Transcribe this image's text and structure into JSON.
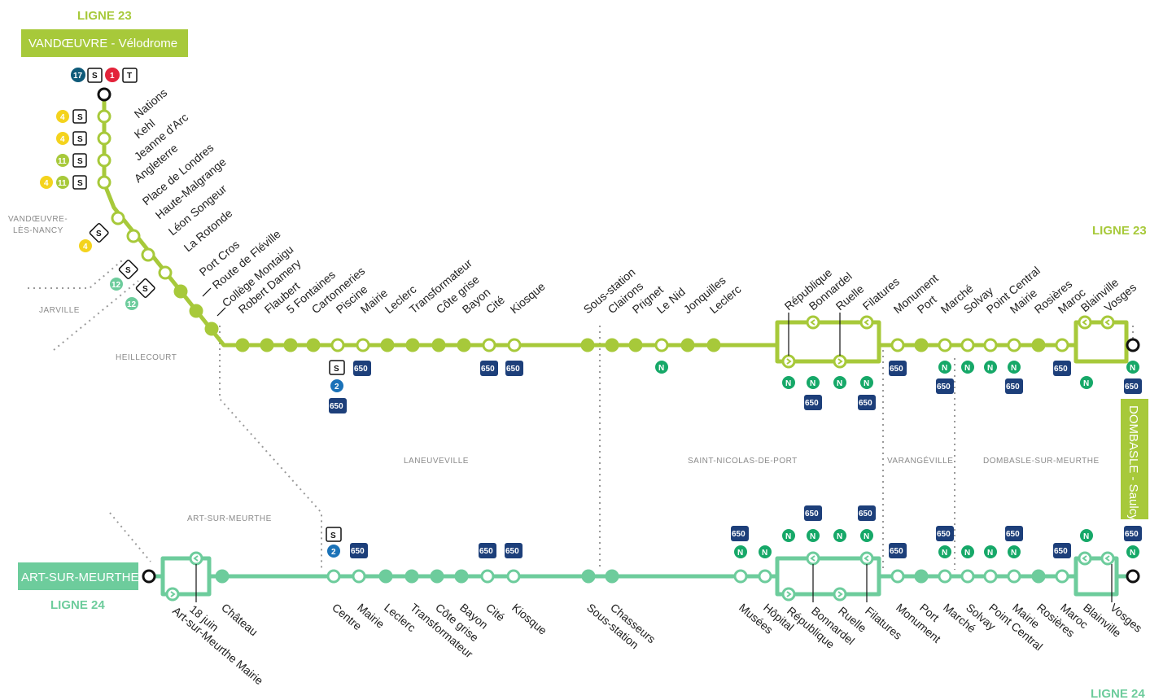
{
  "colors": {
    "line23": "#a7c93a",
    "line24": "#6dcc9c",
    "yellow": "#f4d31d",
    "red": "#e3233a",
    "teal_dark": "#0f5a79",
    "blue": "#1a72b8",
    "navy": "#1d3f7a",
    "green_n": "#16a868",
    "zone_dots": "#999999"
  },
  "line23": {
    "title_top": "LIGNE 23",
    "title_right": "LIGNE 23",
    "terminus_start": "VANDŒUVRE - Vélodrome",
    "terminus_end": "DOMBASLE - Saulcy",
    "terminus_badges": [
      "17",
      "S",
      "1",
      "T"
    ],
    "stops_diagonal": [
      "Nations",
      "Kehl",
      "Jeanne d'Arc",
      "Angleterre",
      "Place de Londres",
      "Haute-Malgrange",
      "Léon Songeur",
      "La Rotonde",
      "Port Cros",
      "Route de Fléville",
      "Collège Montaigu",
      "Robert Damery"
    ],
    "stops_main": [
      "Flaubert",
      "5 Fontaines",
      "Cartonneries",
      "Piscine",
      "Mairie",
      "Leclerc",
      "Transformateur",
      "Côte grise",
      "Bayon",
      "Cité",
      "Kiosque",
      "Sous-station",
      "Clairons",
      "Prignet",
      "Le Nid",
      "Jonquilles",
      "Leclerc",
      "République",
      "Bonnardel",
      "Ruelle",
      "Filatures",
      "Monument",
      "Port",
      "Marché",
      "Solvay",
      "Point Central",
      "Mairie",
      "Rosières",
      "Maroc",
      "Blainville",
      "Vosges"
    ],
    "left_badges": [
      [
        "4",
        "S"
      ],
      [
        "4",
        "S"
      ],
      [
        "11",
        "S"
      ],
      [
        "4",
        "11",
        "S"
      ]
    ],
    "diag_badges": [
      [
        "4",
        "S"
      ],
      [
        "12",
        "S"
      ],
      [
        "12",
        "S"
      ]
    ]
  },
  "line24": {
    "title_left": "LIGNE 24",
    "title_right": "LIGNE 24",
    "terminus_start": "ART-SUR-MEURTHE",
    "stops": [
      "Château",
      "18 juin",
      "Art-sur-Meurthe Mairie",
      "Centre",
      "Mairie",
      "Leclerc",
      "Transformateur",
      "Côte grise",
      "Bayon",
      "Cité",
      "Kiosque",
      "Sous-station",
      "Chasseurs",
      "Musées",
      "Hôpital",
      "République",
      "Bonnardel",
      "Ruelle",
      "Filatures",
      "Monument",
      "Port",
      "Marché",
      "Solvay",
      "Point Central",
      "Mairie",
      "Rosières",
      "Maroc",
      "Blainville",
      "Vosges"
    ]
  },
  "zones": [
    "VANDŒUVRE-",
    "LÈS-NANCY",
    "JARVILLE",
    "HEILLECOURT",
    "ART-SUR-MEURTHE",
    "LANEUVEVILLE",
    "SAINT-NICOLAS-DE-PORT",
    "VARANGÉVILLE",
    "DOMBASLE-SUR-MEURTHE"
  ],
  "badge_labels": {
    "bus650": "650",
    "night": "N",
    "school": "S",
    "line2": "2",
    "line4": "4",
    "line11": "11",
    "line12": "12"
  }
}
